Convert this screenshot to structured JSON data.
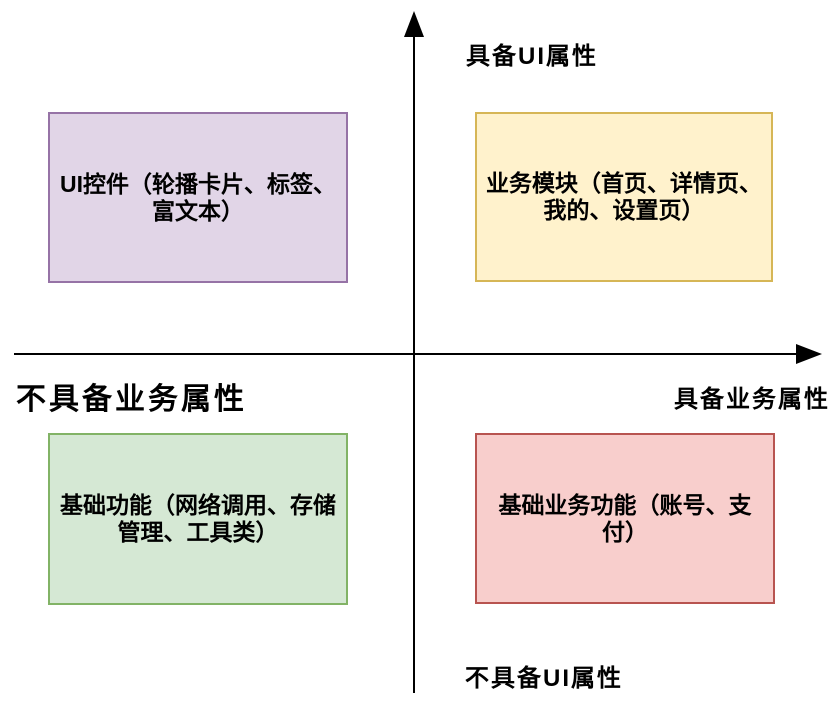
{
  "diagram": {
    "type": "quadrant-diagram",
    "axis_labels": {
      "top": "具备UI属性",
      "bottom": "不具备UI属性",
      "left": "不具备业务属性",
      "right": "具备业务属性"
    },
    "quadrants": {
      "top_left": {
        "label": "UI控件（轮播卡片、标签、富文本）",
        "fill": "#E1D5E7",
        "border": "#9673A6"
      },
      "top_right": {
        "label": "业务模块（首页、详情页、我的、设置页）",
        "fill": "#FFF2CC",
        "border": "#D6B656"
      },
      "bottom_left": {
        "label": "基础功能（网络调用、存储管理、工具类）",
        "fill": "#D5E8D4",
        "border": "#82B366"
      },
      "bottom_right": {
        "label": "基础业务功能（账号、支付）",
        "fill": "#F8CECC",
        "border": "#B85450"
      }
    },
    "colors": {
      "axis": "#000000",
      "text": "#000000",
      "background": "#FFFFFF"
    }
  }
}
